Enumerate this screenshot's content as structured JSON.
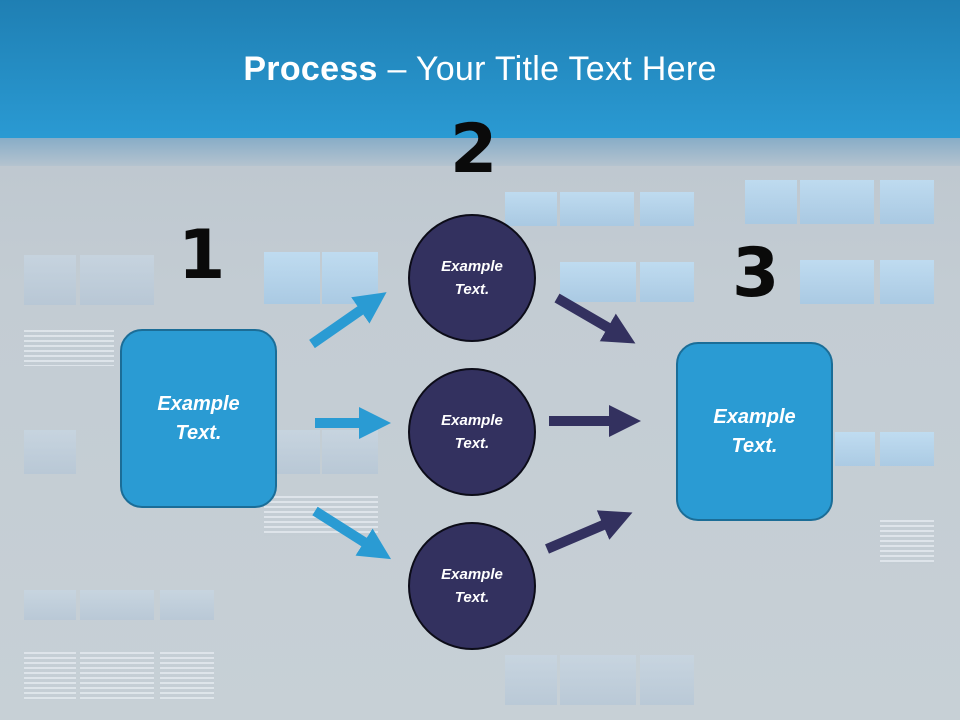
{
  "title": {
    "bold": "Process",
    "rest": " – Your Title Text Here"
  },
  "steps": {
    "one": "1",
    "two": "2",
    "three": "3"
  },
  "boxes": {
    "left": "Example Text.",
    "right": "Example Text."
  },
  "circles": {
    "top": "Example Text.",
    "middle": "Example Text.",
    "bottom": "Example Text."
  },
  "colors": {
    "header": "#2a9ad3",
    "box": "#2a9bd3",
    "circle": "#33315f",
    "arrow_light": "#2a9bd3",
    "arrow_dark": "#33315f"
  }
}
